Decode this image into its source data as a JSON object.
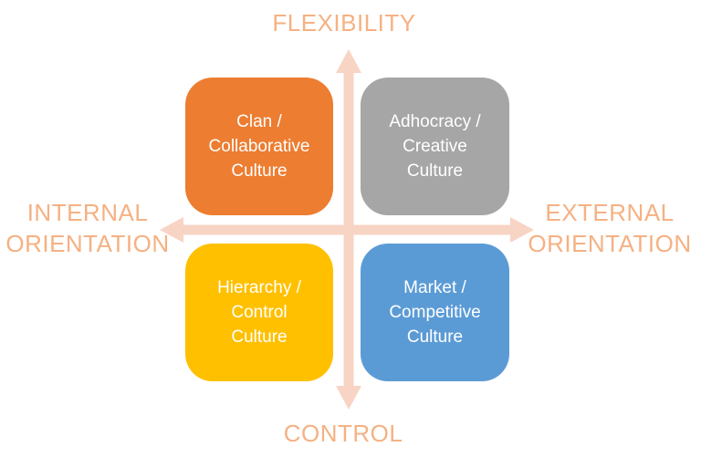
{
  "diagram": {
    "title": "Competing Values culture quadrant diagram",
    "type": "2x2-matrix"
  },
  "colors": {
    "background": "#ffffff",
    "axis_text": "#F5B183",
    "arrow": "#F8D4C4",
    "quadrant_text": "#ffffff",
    "clan_orange": "#ED7D31",
    "adhocracy_gray": "#A6A6A6",
    "hierarchy_yellow": "#FFC000",
    "market_blue": "#5B9BD5"
  },
  "axes": {
    "vertical": {
      "top_label": "FLEXIBILITY",
      "bottom_label": "CONTROL"
    },
    "horizontal": {
      "left": {
        "line1": "INTERNAL",
        "line2": "ORIENTATION"
      },
      "right": {
        "line1": "EXTERNAL",
        "line2": "ORIENTATION"
      }
    }
  },
  "quadrants": [
    {
      "id": "clan",
      "position": "top-left",
      "color": "#ED7D31",
      "lines": [
        "Clan /",
        "Collaborative",
        "Culture"
      ]
    },
    {
      "id": "adhocracy",
      "position": "top-right",
      "color": "#A6A6A6",
      "lines": [
        "Adhocracy /",
        "Creative",
        "Culture"
      ]
    },
    {
      "id": "hierarchy",
      "position": "bottom-left",
      "color": "#FFC000",
      "lines": [
        "Hierarchy /",
        "Control",
        "Culture"
      ]
    },
    {
      "id": "market",
      "position": "bottom-right",
      "color": "#5B9BD5",
      "lines": [
        "Market /",
        "Competitive",
        "Culture"
      ]
    }
  ]
}
